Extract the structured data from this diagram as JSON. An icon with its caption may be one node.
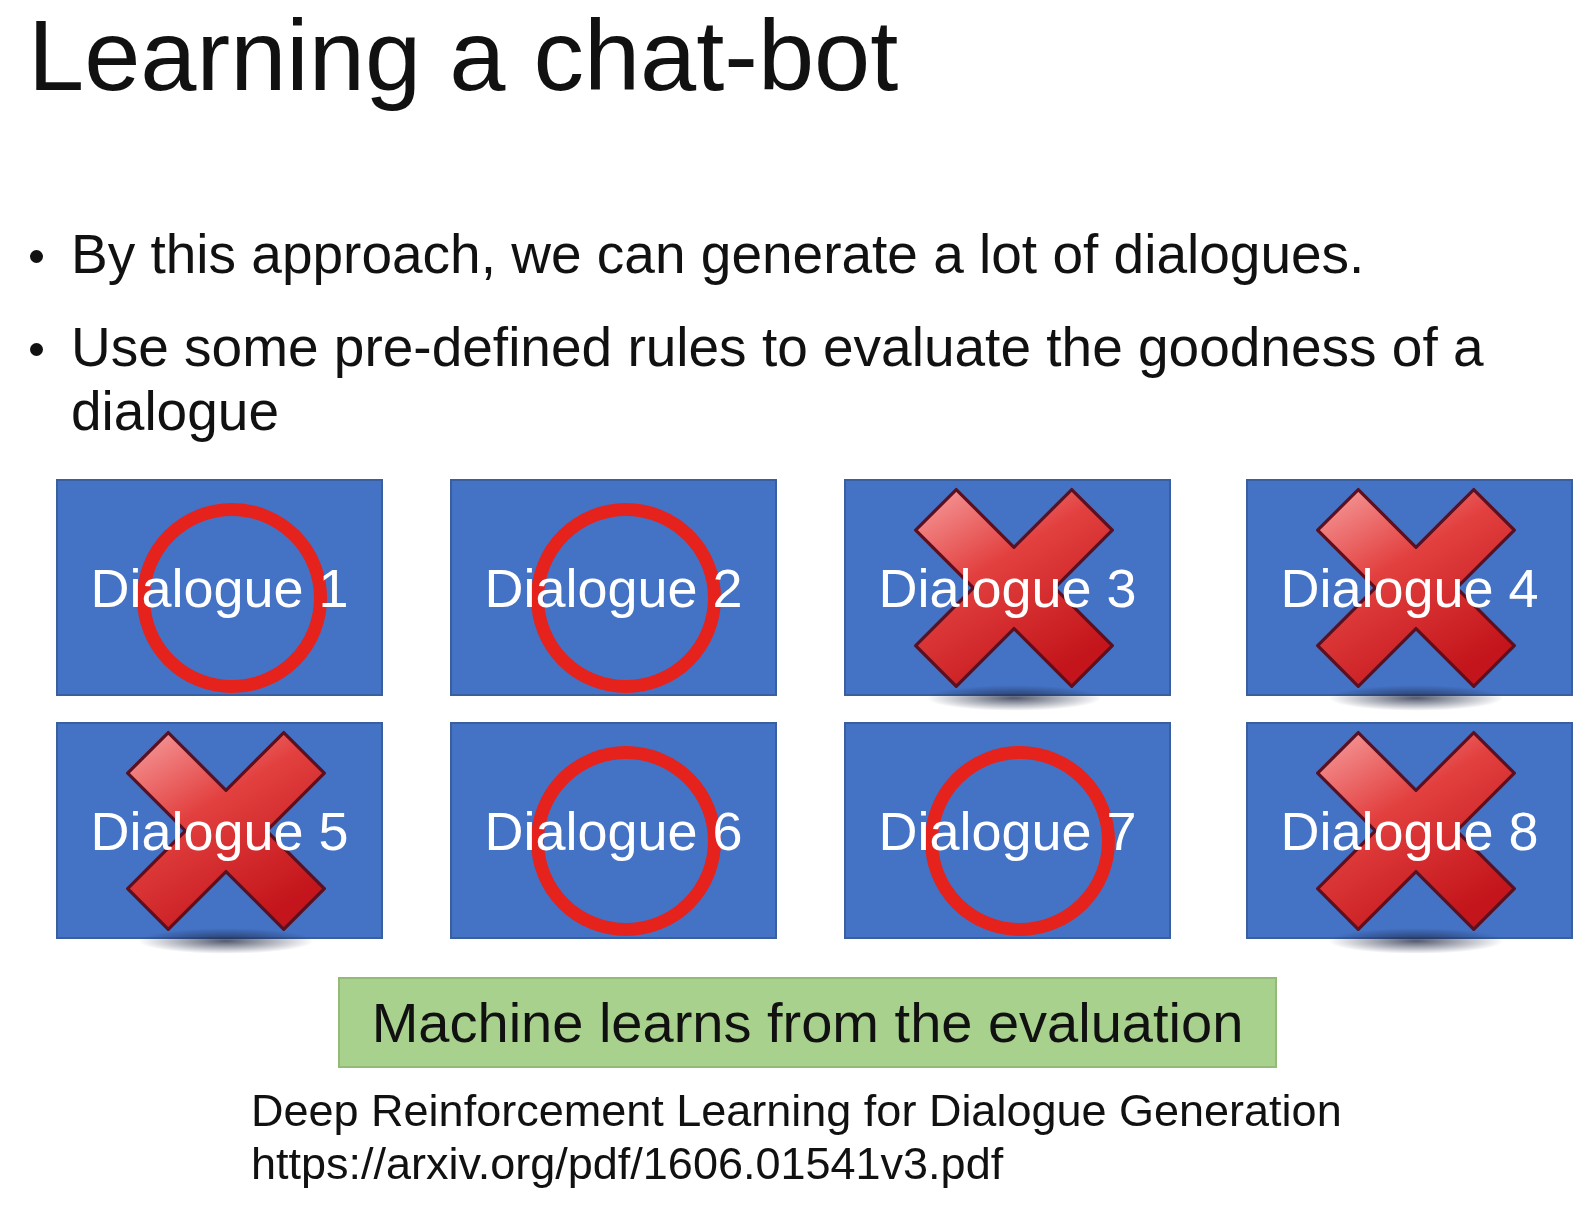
{
  "diagram": {
    "title": "Learning a chat-bot",
    "nodes": [
      {
        "text": [
          "Dialogue 1"
        ]
      },
      {
        "text": [
          "Dialogue 2"
        ]
      },
      {
        "text": [
          "Dialogue 3"
        ]
      },
      {
        "text": [
          "Dialogue 4"
        ]
      },
      {
        "text": [
          "Dialogue 5"
        ]
      },
      {
        "text": [
          "Dialogue 6"
        ]
      },
      {
        "text": [
          "Dialogue 7"
        ]
      },
      {
        "text": [
          "Dialogue 8"
        ]
      },
      {
        "text": [
          "Machine learns from the evaluation"
        ]
      }
    ],
    "labels": [
      "By this approach, we can generate a lot of dialogues.",
      "Use some pre-defined rules to evaluate the goodness of a dialogue",
      "Deep Reinforcement Learning for Dialogue Generation",
      "https://arxiv.org/pdf/1606.01541v3.pdf"
    ]
  }
}
